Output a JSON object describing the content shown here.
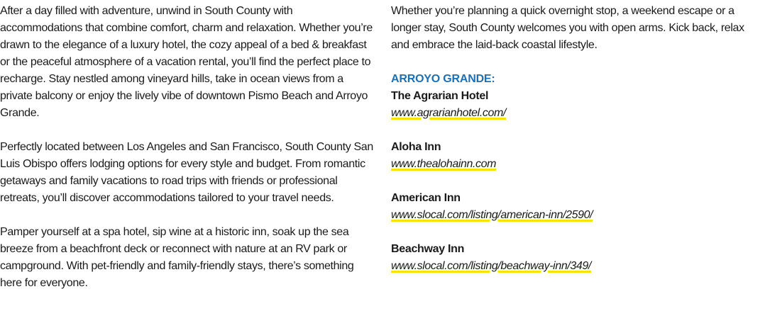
{
  "left_column": {
    "paragraphs": [
      "After a day filled with adventure, unwind in South County with accommodations that combine comfort, charm and relaxation. Whether you’re drawn to the elegance of a luxury hotel, the cozy appeal of a bed & breakfast or the peaceful atmosphere of a vacation rental, you’ll find the perfect place to recharge. Stay nestled among vineyard hills, take in ocean views from a private balcony or enjoy the lively vibe of downtown Pismo Beach and Arroyo Grande.",
      "Perfectly located between Los Angeles and San Francisco, South County San Luis Obispo offers lodging options for every style and budget. From romantic getaways and family vacations to road trips with friends or professional retreats, you’ll discover accommodations tailored to your travel needs.",
      "Pamper yourself at a spa hotel, sip wine at a historic inn, soak up the sea breeze from a beachfront deck or reconnect with nature at an RV park or campground. With pet-friendly and family-friendly stays, there’s something here for everyone."
    ]
  },
  "right_column": {
    "intro": "Whether you’re planning a quick overnight stop, a weekend escape or a longer stay, South County welcomes you with open arms. Kick back, relax and embrace the laid-back coastal lifestyle.",
    "section_heading": "ARROYO GRANDE:",
    "listings": [
      {
        "name": "The Agrarian Hotel",
        "url": "www.agrarianhotel.com/"
      },
      {
        "name": "Aloha Inn",
        "url": "www.thealohainn.com"
      },
      {
        "name": "American Inn",
        "url": "www.slocal.com/listing/american-inn/2590/"
      },
      {
        "name": "Beachway Inn",
        "url": "www.slocal.com/listing/beachway-inn/349/"
      }
    ]
  },
  "colors": {
    "heading": "#1f6fb2",
    "highlight_underline": "#f3e600",
    "text": "#1a1a1a"
  }
}
